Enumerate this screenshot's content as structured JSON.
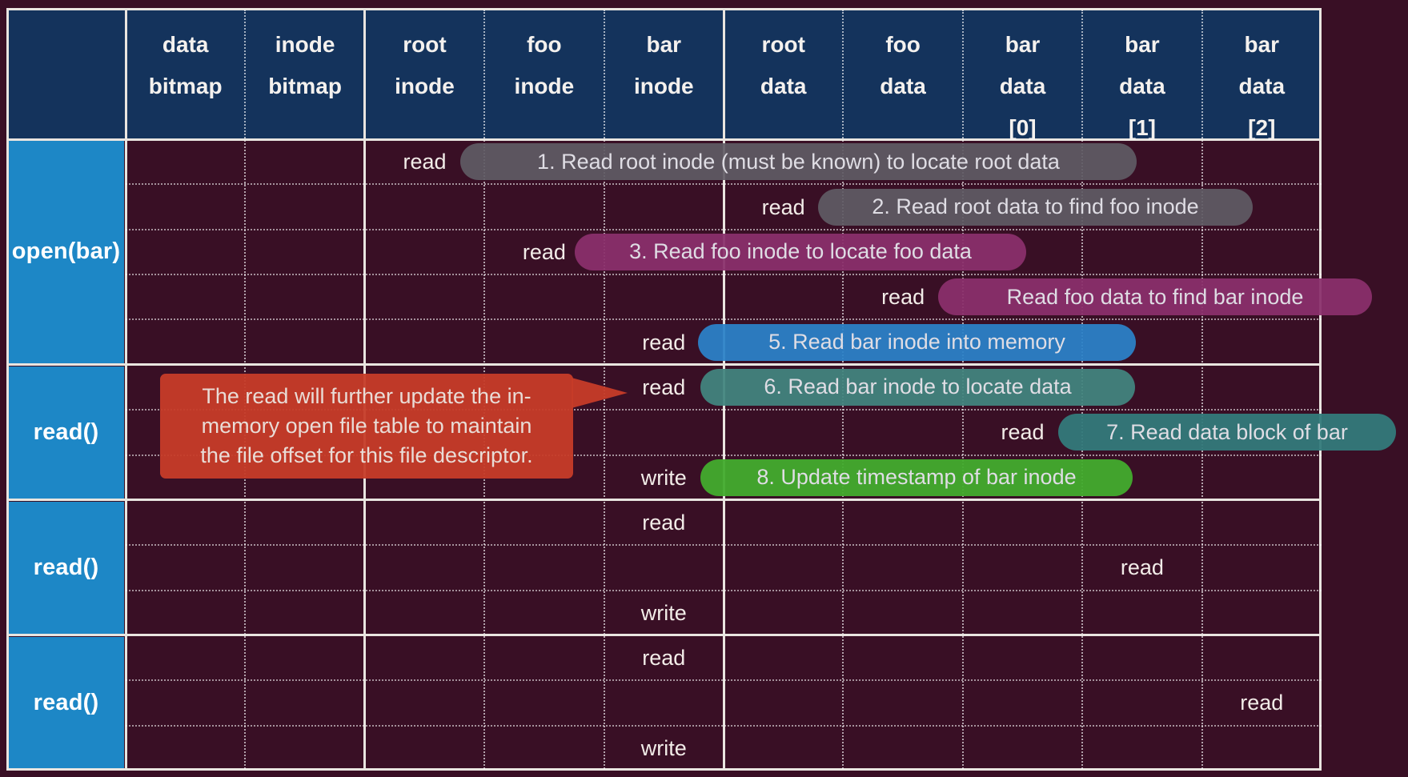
{
  "table": {
    "columns": [
      {
        "id": "data-bitmap",
        "lines": [
          "data",
          "bitmap"
        ]
      },
      {
        "id": "inode-bitmap",
        "lines": [
          "inode",
          "bitmap"
        ]
      },
      {
        "id": "root-inode",
        "lines": [
          "root",
          "inode"
        ]
      },
      {
        "id": "foo-inode",
        "lines": [
          "foo",
          "inode"
        ]
      },
      {
        "id": "bar-inode",
        "lines": [
          "bar",
          "inode"
        ]
      },
      {
        "id": "root-data",
        "lines": [
          "root",
          "data"
        ]
      },
      {
        "id": "foo-data",
        "lines": [
          "foo",
          "data"
        ]
      },
      {
        "id": "bar-data-0",
        "lines": [
          "bar",
          "data",
          "[0]"
        ]
      },
      {
        "id": "bar-data-1",
        "lines": [
          "bar",
          "data",
          "[1]"
        ]
      },
      {
        "id": "bar-data-2",
        "lines": [
          "bar",
          "data",
          "[2]"
        ]
      }
    ],
    "row_groups": [
      {
        "label": "open(bar)",
        "rows": 5
      },
      {
        "label": "read()",
        "rows": 3
      },
      {
        "label": "read()",
        "rows": 3
      },
      {
        "label": "read()",
        "rows": 3
      }
    ],
    "operations": [
      {
        "row": 0,
        "column": "root-inode",
        "op": "read"
      },
      {
        "row": 1,
        "column": "root-data",
        "op": "read"
      },
      {
        "row": 2,
        "column": "foo-inode",
        "op": "read"
      },
      {
        "row": 3,
        "column": "foo-data",
        "op": "read"
      },
      {
        "row": 4,
        "column": "bar-inode",
        "op": "read"
      },
      {
        "row": 5,
        "column": "bar-inode",
        "op": "read"
      },
      {
        "row": 6,
        "column": "bar-data-0",
        "op": "read"
      },
      {
        "row": 7,
        "column": "bar-inode",
        "op": "write"
      },
      {
        "row": 8,
        "column": "bar-inode",
        "op": "read"
      },
      {
        "row": 9,
        "column": "bar-data-1",
        "op": "read"
      },
      {
        "row": 10,
        "column": "bar-inode",
        "op": "write"
      },
      {
        "row": 11,
        "column": "bar-inode",
        "op": "read"
      },
      {
        "row": 12,
        "column": "bar-data-2",
        "op": "read"
      },
      {
        "row": 13,
        "column": "bar-inode",
        "op": "write"
      }
    ]
  },
  "callouts": [
    {
      "row": 0,
      "color": "gray",
      "text": "1. Read root inode (must be known) to locate root data"
    },
    {
      "row": 1,
      "color": "gray",
      "text": "2. Read root data to find foo inode"
    },
    {
      "row": 2,
      "color": "purple",
      "text": "3. Read foo inode to locate foo data"
    },
    {
      "row": 3,
      "color": "purple",
      "text": "Read foo data to find bar inode"
    },
    {
      "row": 4,
      "color": "blue",
      "text": "5. Read bar inode into memory"
    },
    {
      "row": 5,
      "color": "teal",
      "text": "6. Read bar inode to locate data"
    },
    {
      "row": 6,
      "color": "teal2",
      "text": "7. Read data block of bar"
    },
    {
      "row": 7,
      "color": "green",
      "text": "8. Update timestamp of bar inode"
    }
  ],
  "note": {
    "lines": [
      "The read will further update the in-",
      "memory open file table to maintain",
      "the file offset for this file descriptor."
    ]
  },
  "colors": {
    "background": "#390f25",
    "header_bg": "#14335c",
    "label_bg": "#1d87c6",
    "grid_line": "#e9e5e0",
    "gray": "rgba(96,91,100,0.92)",
    "purple": "rgba(138,48,107,0.94)",
    "blue": "rgba(44,130,200,0.94)",
    "teal": "rgba(66,133,126,0.94)",
    "teal2": "rgba(51,122,122,0.95)",
    "green": "rgba(66,172,45,0.95)",
    "note_red": "rgba(198,60,40,0.95)"
  }
}
